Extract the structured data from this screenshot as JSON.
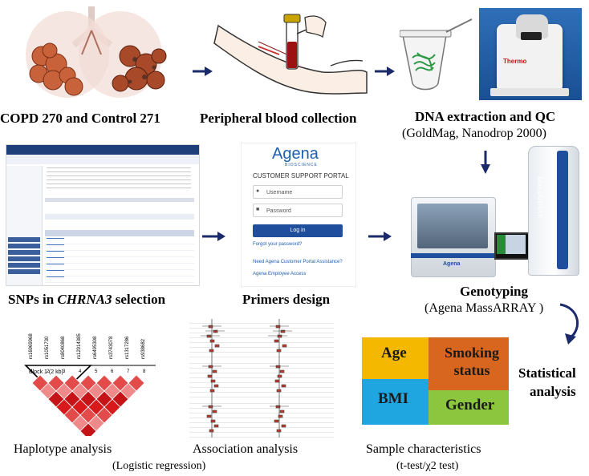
{
  "steps": {
    "cohort": "COPD 270 and Control  271",
    "blood": "Peripheral blood collection",
    "dna_title": "DNA extraction and QC",
    "dna_sub": "(GoldMag, Nanodrop 2000)",
    "snps_prefix": "SNPs in ",
    "snps_gene": "CHRNA3",
    "snps_suffix": " selection",
    "primers": "Primers design",
    "geno_title": "Genotyping",
    "geno_sub": "(Agena MassARRAY )",
    "stats_line1": "Statistical",
    "stats_line2": "analysis",
    "haplotype": "Haplotype analysis",
    "association": "Association analysis",
    "association_sub": "(Logistic regression)",
    "sample_chars": "Sample characteristics",
    "sample_sub": "(t-test/χ2 test)"
  },
  "sample_characteristics": {
    "age": "Age",
    "smoking": "Smoking status",
    "bmi": "BMI",
    "gender": "Gender",
    "colors": {
      "age": "#f5b800",
      "smoking": "#d9661f",
      "bmi": "#1fa6e0",
      "gender": "#8cc63f"
    }
  },
  "portal": {
    "brand": "Agena",
    "brand_sub": "BIOSCIENCE",
    "heading": "CUSTOMER SUPPORT PORTAL",
    "username_placeholder": "Username",
    "password_placeholder": "Password",
    "login": "Log in",
    "forgot": "Forgot your password?",
    "assist": "Need Agena Customer Portal Assistance?",
    "employee": "Agena Employee Access"
  },
  "device_labels": {
    "thermo": "Thermo",
    "massarray": "MassARRAY",
    "agena": "Agena"
  },
  "haploview": {
    "block_label": "Block 1 (2 kb)",
    "snps": [
      "rs16969968",
      "rs1051730",
      "rs8040868",
      "rs12914385",
      "rs6495308",
      "rs3743078",
      "rs1317286",
      "rs938682"
    ],
    "index": [
      "1",
      "2",
      "3",
      "4",
      "5",
      "6",
      "7",
      "8"
    ]
  }
}
